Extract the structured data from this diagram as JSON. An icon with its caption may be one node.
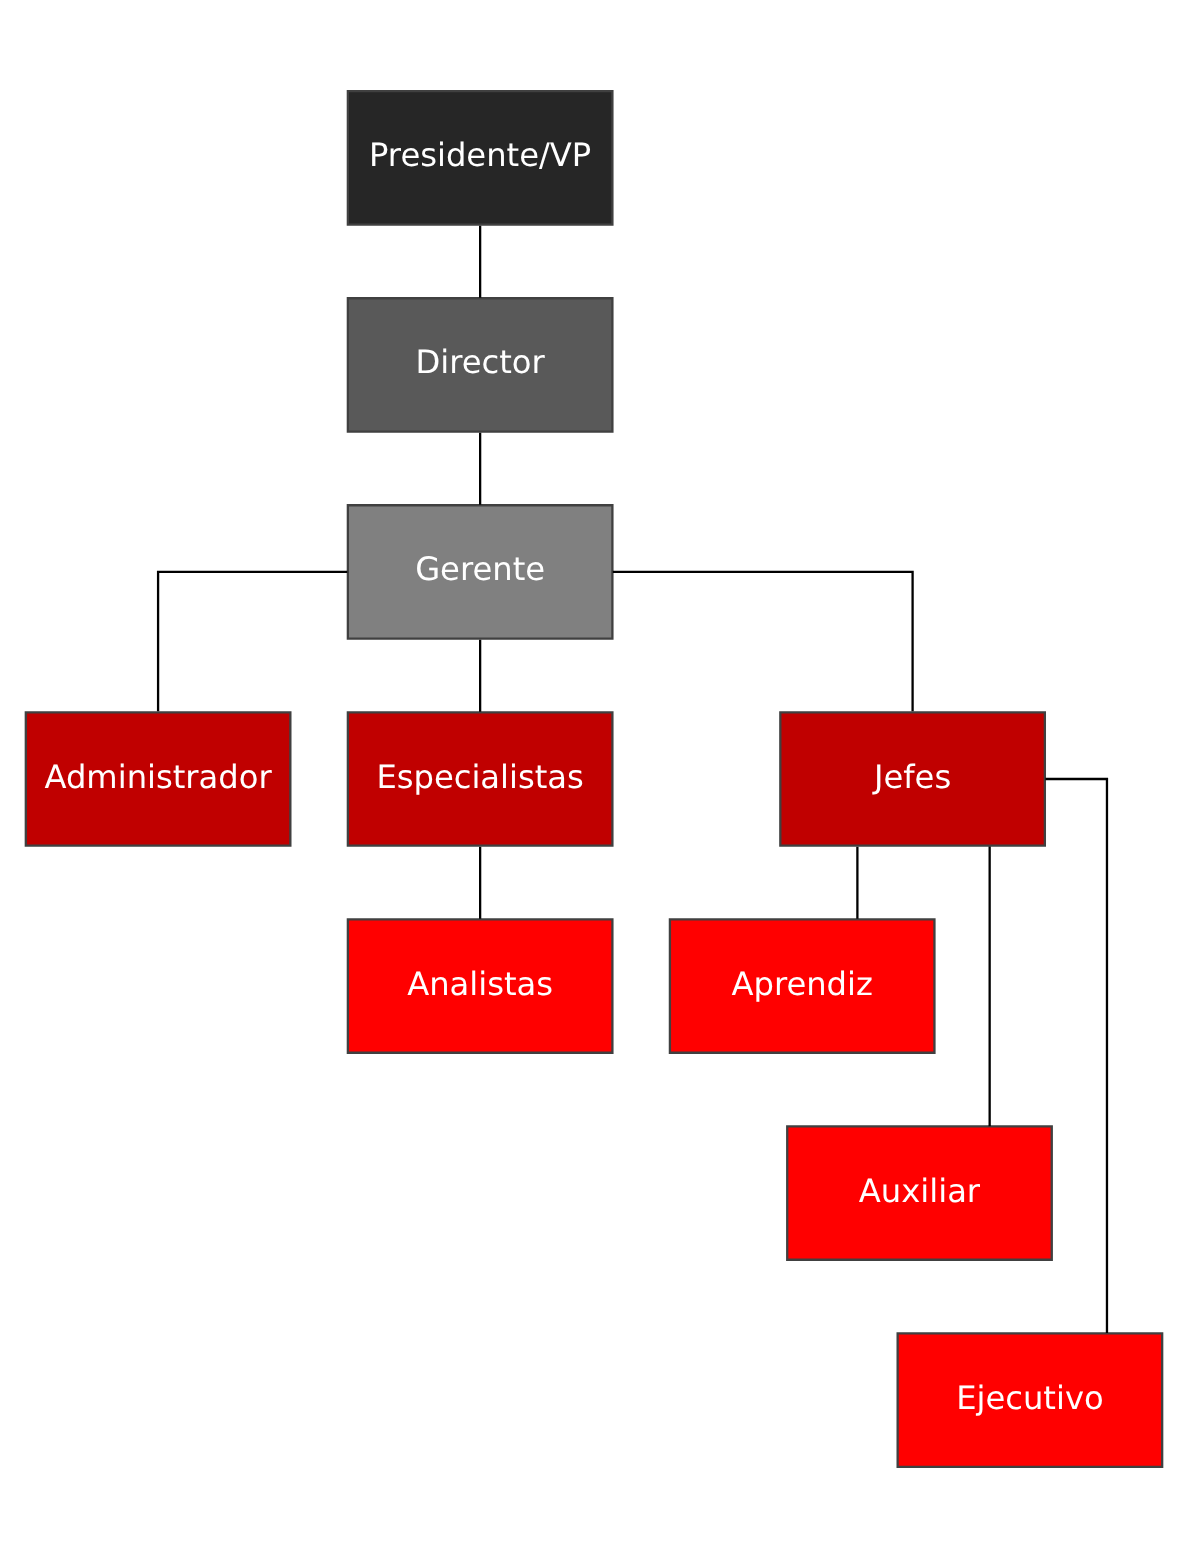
{
  "diagram": {
    "nodes": [
      {
        "text": [
          "Presidente/VP"
        ]
      },
      {
        "text": [
          "Director"
        ]
      },
      {
        "text": [
          "Gerente"
        ]
      },
      {
        "text": [
          "Administrador"
        ]
      },
      {
        "text": [
          "Especialistas"
        ]
      },
      {
        "text": [
          "Jefes"
        ]
      },
      {
        "text": [
          "Analistas"
        ]
      },
      {
        "text": [
          "Aprendiz"
        ]
      },
      {
        "text": [
          "Auxiliar"
        ]
      },
      {
        "text": [
          "Ejecutivo"
        ]
      }
    ],
    "edges": [
      {
        "from": 0,
        "to": 1,
        "arrow": "none"
      },
      {
        "from": 1,
        "to": 2,
        "arrow": "none"
      },
      {
        "from": 2,
        "to": 3,
        "arrow": "none"
      },
      {
        "from": 2,
        "to": 4,
        "arrow": "none"
      },
      {
        "from": 2,
        "to": 5,
        "arrow": "none"
      },
      {
        "from": 4,
        "to": 6,
        "arrow": "none"
      },
      {
        "from": 5,
        "to": 7,
        "arrow": "none"
      },
      {
        "from": 5,
        "to": 8,
        "arrow": "none"
      },
      {
        "from": 5,
        "to": 9,
        "arrow": "none"
      }
    ]
  }
}
